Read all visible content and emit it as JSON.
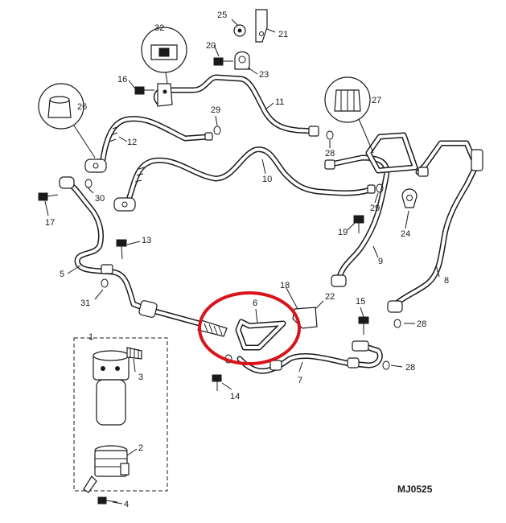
{
  "diagram_code": "MJ0525",
  "highlight_color": "#d8141a",
  "callouts": {
    "c1": "1",
    "c2": "2",
    "c3": "3",
    "c4": "4",
    "c5": "5",
    "c6": "6",
    "c7": "7",
    "c8": "8",
    "c9": "9",
    "c10": "10",
    "c11": "11",
    "c12": "12",
    "c13": "13",
    "c14": "14",
    "c15": "15",
    "c16": "16",
    "c17": "17",
    "c18": "18",
    "c19": "19",
    "c20": "20",
    "c21": "21",
    "c22": "22",
    "c23": "23",
    "c24": "24",
    "c25": "25",
    "c26": "26",
    "c27": "27",
    "c28a": "28",
    "c28b": "28",
    "c28c": "28",
    "c29a": "29",
    "c29b": "29",
    "c30": "30",
    "c31": "31",
    "c32": "32"
  }
}
